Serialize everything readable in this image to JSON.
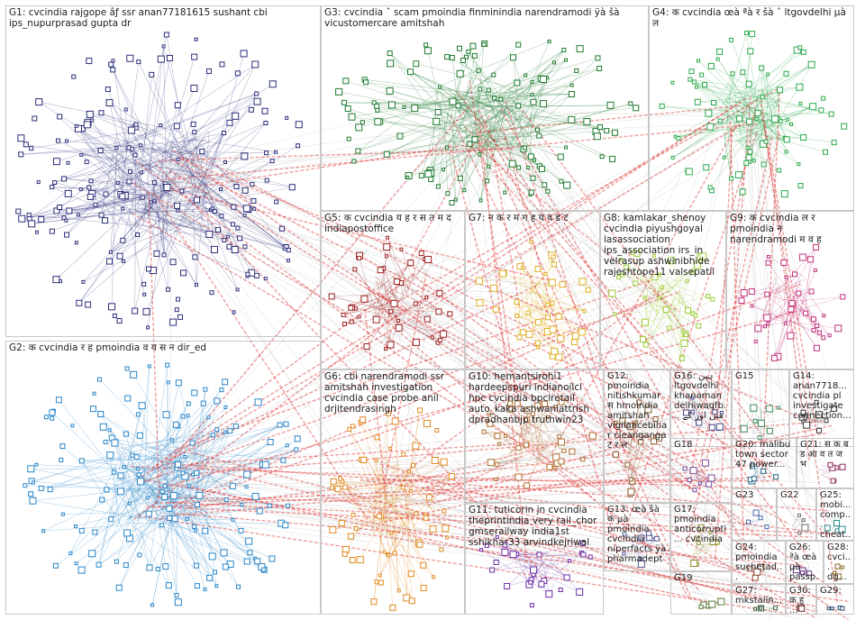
{
  "graph": {
    "title": "",
    "groups": [
      {
        "id": "G1",
        "label": "G1: cvcindia rajgope âƒ ssr anan77181615 sushant cbi ips_nupurprasad gupta dr",
        "color": "#2b2f7a"
      },
      {
        "id": "G2",
        "label": "G2: क cvcindia र ह pmoindia व य स न dir_ed",
        "color": "#2a86c9"
      },
      {
        "id": "G3",
        "label": "G3: cvcindia ˆ scam pmoindia finminindia narendramodi ÿà šà vicustomercare amitshah",
        "color": "#1e7a2e"
      },
      {
        "id": "G4",
        "label": "G4: क cvcindia œà ªà र šà ˆ ltgovdelhi µà ल",
        "color": "#2aa84a"
      },
      {
        "id": "G5",
        "label": "G5: क cvcindia य ह र स त म द indiapostoffice",
        "color": "#9a2020"
      },
      {
        "id": "G6",
        "label": "G6: cbi narendramodi ssr amitshah investigation cvcindia case probe anil drjitendrasingh",
        "color": "#e08a20"
      },
      {
        "id": "G7",
        "label": "G7: न क र म ग ह य व ड ट",
        "color": "#e0b020"
      },
      {
        "id": "G8",
        "label": "G8: kamlakar_shenoy cvcindia piyushgoyal iasassociation ips_association irs_in velrasup ashwinibhide rajeshtope11 valsepatil",
        "color": "#9acd32"
      },
      {
        "id": "G9",
        "label": "G9: क cvcindia ल र pmoindia न narendramodi म व ह",
        "color": "#c0307a"
      },
      {
        "id": "G10",
        "label": "G10: hemantsirohi1 hardeepspuri indianoilcl hpc cvcindia bpclretail auto_kaka ashwaniattrish dpradhanbjp truthwin23",
        "color": "#b07030"
      },
      {
        "id": "G11",
        "label": "G11: tuticorin jn cvcindia theprintindia very rail_chor gmserailway india1st sshikhar33 arvindkejriwal",
        "color": "#6a2aa8"
      },
      {
        "id": "G12",
        "label": "G12: pmoindia nitishkumar स hmoindia amitshah vigilancebihar cleanganga ट र ल",
        "color": "#8a5a2a"
      },
      {
        "id": "G13",
        "label": "G13: œà šà क µà pmoindia cvcindia niperfacts ÿà pharmadept",
        "color": "#5a5a9a"
      },
      {
        "id": "G14",
        "label": "G14: anan7718... cvcindia pl investigate connection...",
        "color": "#3a3a3a"
      },
      {
        "id": "G15",
        "label": "G15",
        "color": "#3a8a5a"
      },
      {
        "id": "G16",
        "label": "G16: ہیں ltgovdelhi khanaman delhiwaqfb... میں اور کے",
        "color": "#4a4a8a"
      },
      {
        "id": "G17",
        "label": "G17: pmoindia anticorrupti... cvcindia",
        "color": "#8a8a2a"
      },
      {
        "id": "G18",
        "label": "G18",
        "color": "#7a4a9a"
      },
      {
        "id": "G19",
        "label": "G19",
        "color": "#5a7a3a"
      },
      {
        "id": "G20",
        "label": "G20: malibu town sector 47 power...",
        "color": "#2a6a8a"
      },
      {
        "id": "G21",
        "label": "G21: स क ब ड आ व त ज भ",
        "color": "#8a2a5a"
      },
      {
        "id": "G22",
        "label": "G22",
        "color": "#6a6a6a"
      },
      {
        "id": "G23",
        "label": "G23",
        "color": "#4a6aaa"
      },
      {
        "id": "G24",
        "label": "G24: pmoindia suchetad...",
        "color": "#8a4a2a"
      },
      {
        "id": "G25",
        "label": "G25: mobi... comp... cheat...",
        "color": "#2a8a8a"
      },
      {
        "id": "G26",
        "label": "G26: ªà œà µà passp...",
        "color": "#6a3a8a"
      },
      {
        "id": "G27",
        "label": "G27: mkstalin...",
        "color": "#3a5a3a"
      },
      {
        "id": "G28",
        "label": "G28: cvci... dg...",
        "color": "#8a6a2a"
      },
      {
        "id": "G29",
        "label": "G29:",
        "color": "#2a4a6a"
      },
      {
        "id": "G30",
        "label": "G30: क ह ...",
        "color": "#6a2a2a"
      }
    ]
  }
}
